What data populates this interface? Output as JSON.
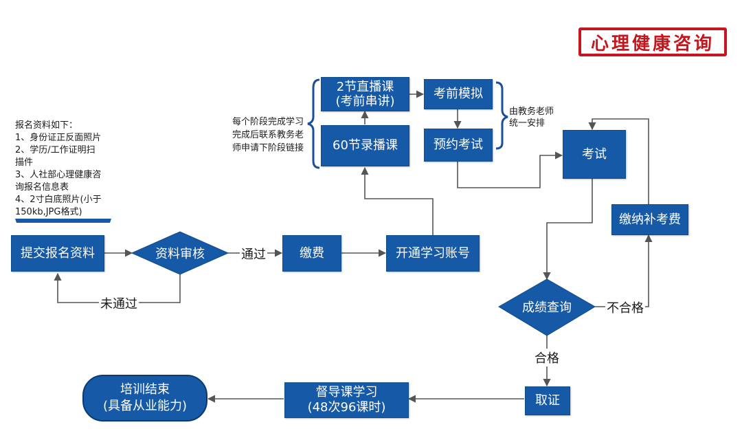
{
  "logo": {
    "text": "心理健康咨询"
  },
  "requirements": {
    "lines": [
      "报名资料如下：",
      "1、身份证正反面照片",
      "2、学历/工作证明扫",
      "描件",
      "3、人社部心理健康咨",
      "询报名信息表",
      "4、2寸白底照片(小于",
      "150kb,JPG格式)"
    ]
  },
  "notes": {
    "stage_lines": [
      "每个阶段完成学习",
      "完成后联系教务老",
      "师申请下阶段链接"
    ],
    "teacher_lines": [
      "由教务老师",
      "统一安排"
    ]
  },
  "nodes": {
    "submit": "提交报名资料",
    "review": "资料审核",
    "pay": "缴费",
    "open_account": "开通学习账号",
    "live": [
      "2节直播课",
      "(考前串讲)"
    ],
    "recorded": "60节录播课",
    "mock": "考前模拟",
    "reserve": "预约考试",
    "exam": "考试",
    "retake_fee": "缴纳补考费",
    "result": "成绩查询",
    "cert": "取证",
    "supervision": [
      "督导课学习",
      "(48次96课时)"
    ],
    "end": [
      "培训结束",
      "(具备从业能力)"
    ]
  },
  "edges": {
    "pass": "通过",
    "not_pass": "未通过",
    "fail": "不合格",
    "qualified": "合格"
  },
  "colors": {
    "node_fill": "#1659a6",
    "line": "#555555",
    "bracket": "#1b4f9c",
    "logo": "#c4161c"
  }
}
